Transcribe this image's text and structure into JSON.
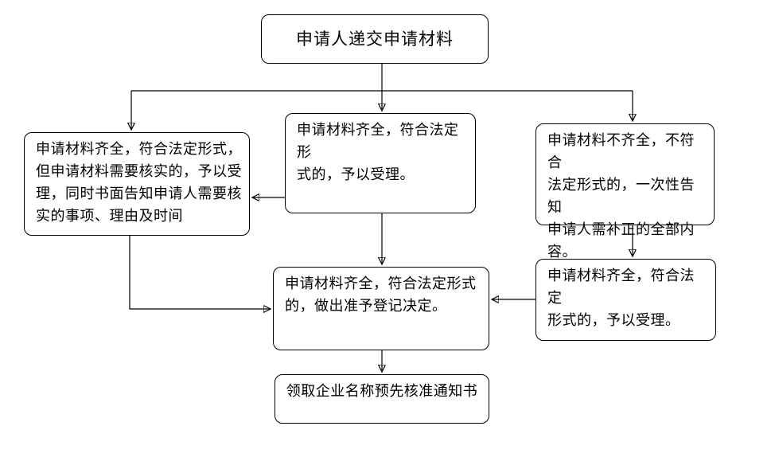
{
  "diagram": {
    "type": "flowchart",
    "background_color": "#ffffff",
    "node_fill_color": "#ffffff",
    "node_border_color": "#000000",
    "line_color": "#000000",
    "nodes": {
      "start": {
        "text": "申请人递交申请材料"
      },
      "left": {
        "text": "申请材料齐全，符合法定形式，\n但申请材料需要核实的，予以受\n理，同时书面告知申请人需要核\n实的事项、理由及时间"
      },
      "center_top": {
        "text": "申请材料齐全，符合法定形\n式的，予以受理。"
      },
      "right_top": {
        "text": "申请材料不齐全，不符合\n法定形式的，一次性告知\n申请人需补正的全部内\n容。"
      },
      "right_lower": {
        "text": "申请材料齐全，符合法定\n形式的，予以受理。"
      },
      "decision": {
        "text": "申请材料齐全，符合法定形式\n的，做出准予登记决定。"
      },
      "end": {
        "text": "领取企业名称预先核准通知书"
      }
    },
    "edges": [
      {
        "from": "start",
        "to": "center_top"
      },
      {
        "from": "start",
        "to": "left"
      },
      {
        "from": "start",
        "to": "right_top"
      },
      {
        "from": "center_top",
        "to": "left"
      },
      {
        "from": "center_top",
        "to": "decision"
      },
      {
        "from": "left",
        "to": "decision"
      },
      {
        "from": "right_top",
        "to": "right_lower"
      },
      {
        "from": "right_lower",
        "to": "decision"
      },
      {
        "from": "decision",
        "to": "end"
      }
    ]
  }
}
